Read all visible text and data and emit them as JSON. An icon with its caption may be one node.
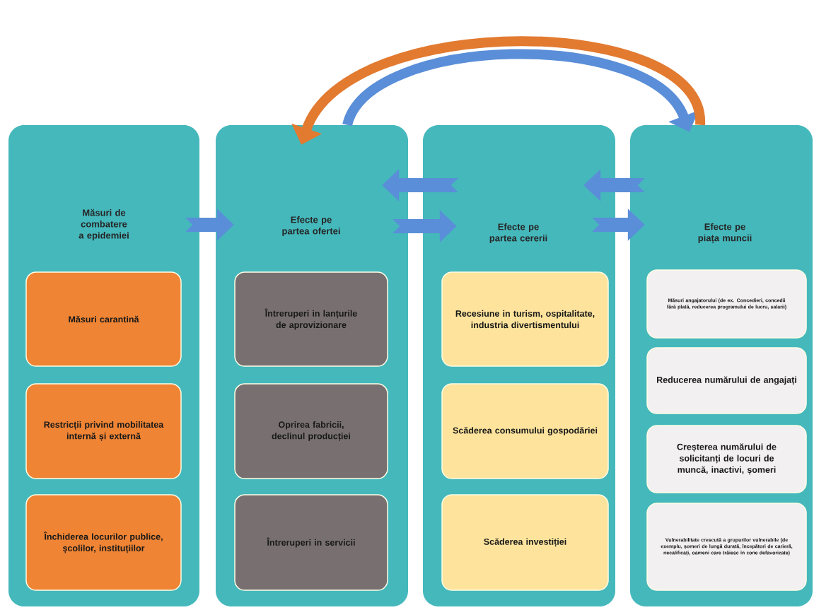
{
  "diagram": {
    "nodes": [
      {
        "text": [
          "Măsuri de combatere a epidemiei"
        ]
      },
      {
        "text": [
          "Măsuri carantină"
        ],
        "in": 0
      },
      {
        "text": [
          "Restricții privind mobilitatea internă și externă"
        ],
        "in": 0
      },
      {
        "text": [
          "Închiderea locurilor publice, școlilor, instituțiilor"
        ],
        "in": 0
      },
      {
        "text": [
          "Efecte pe partea ofertei"
        ]
      },
      {
        "text": [
          "Întreruperi in lanțurile de aprovizionare"
        ],
        "in": 4
      },
      {
        "text": [
          "Oprirea fabricii, declinul producției"
        ],
        "in": 4
      },
      {
        "text": [
          "Întreruperi in servicii"
        ],
        "in": 4
      },
      {
        "text": [
          "Efecte pe partea cererii"
        ]
      },
      {
        "text": [
          "Recesiune in turism, ospitalitate, industria divertismentului"
        ],
        "in": 8
      },
      {
        "text": [
          "Scăderea consumului gospodăriei"
        ],
        "in": 8
      },
      {
        "text": [
          "Scăderea investiției"
        ],
        "in": 8
      },
      {
        "text": [
          "Efecte pe piața muncii"
        ]
      },
      {
        "text": [
          "Măsuri angajatorului (de ex. Concedieri, concedii fără plată, reducerea programului de lucru, salarii)"
        ],
        "in": 12
      },
      {
        "text": [
          "Reducerea numărului de angajați"
        ],
        "in": 12
      },
      {
        "text": [
          "Creșterea numărului de solicitanți de locuri de muncă, inactivi, șomeri"
        ],
        "in": 12
      },
      {
        "text": [
          "Vulnerabilitate crescută a grupurilor vulnerabile (de exemplu, șomeri de lungă durată, începători de carieră, necalificați, oameni care trăiesc în zone defavorizate)"
        ],
        "in": 12
      }
    ],
    "edges": [
      {
        "from": 0,
        "to": 4,
        "arrow": "to"
      },
      {
        "from": 4,
        "to": 8,
        "arrow": "to"
      },
      {
        "from": 8,
        "to": 4,
        "arrow": "to"
      },
      {
        "from": 8,
        "to": 12,
        "arrow": "to"
      },
      {
        "from": 12,
        "to": 8,
        "arrow": "to"
      },
      {
        "from": 4,
        "to": 12,
        "arrow": "to"
      },
      {
        "from": 12,
        "to": 4,
        "arrow": "to",
        "color": "#e27a30"
      }
    ]
  }
}
